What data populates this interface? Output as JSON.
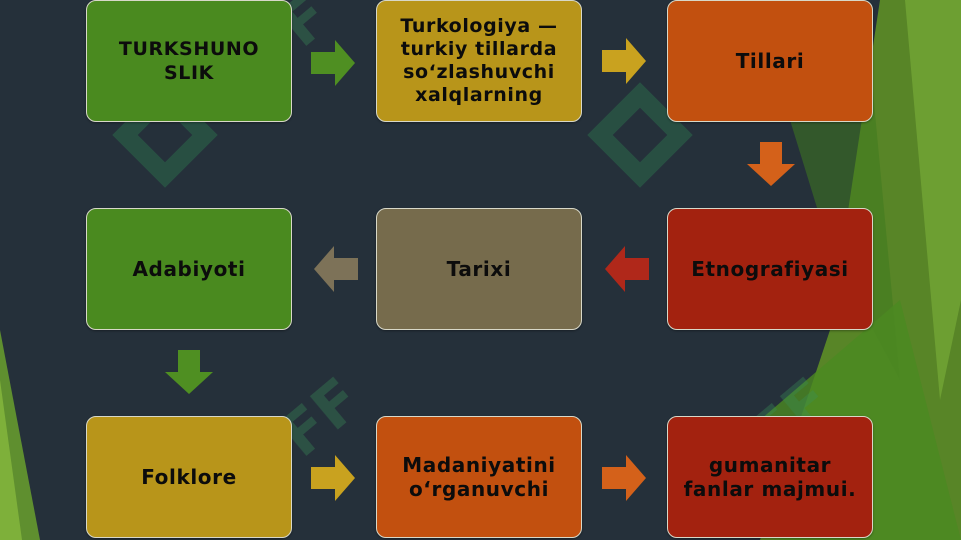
{
  "slide": {
    "boxes": [
      {
        "id": "turkshunoslik",
        "label": "TURKSHUNO SLIK",
        "color": "#4a8a1f"
      },
      {
        "id": "turkologiya",
        "label": "Turkologiya — turkiy tillarda so‘zlashuvchi xalqlarning",
        "color": "#b8951a"
      },
      {
        "id": "tillari",
        "label": "Tillari",
        "color": "#c2500f"
      },
      {
        "id": "adabiyoti",
        "label": "Adabiyoti",
        "color": "#4a8a1f"
      },
      {
        "id": "tarixi",
        "label": "Tarixi",
        "color": "#766b4c"
      },
      {
        "id": "etnografiyasi",
        "label": "Etnografiyasi",
        "color": "#a3220f"
      },
      {
        "id": "folklore",
        "label": "Folklore",
        "color": "#b8951a"
      },
      {
        "id": "madaniyatini",
        "label": "Madaniyatini o‘rganuvchi",
        "color": "#c2500f"
      },
      {
        "id": "gumanitar",
        "label": "gumanitar fanlar majmui.",
        "color": "#a3220f"
      }
    ],
    "arrow_colors": {
      "green": "#4f8f22",
      "gold": "#c9a21f",
      "orange": "#d4611a",
      "red": "#b0281a",
      "taupe": "#7d7258"
    },
    "watermark_text": "SOFF"
  }
}
